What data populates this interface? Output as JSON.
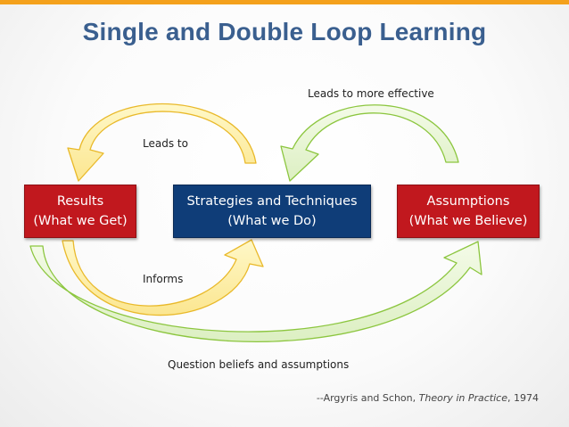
{
  "title": "Single and Double Loop Learning",
  "boxes": {
    "results": {
      "line1": "Results",
      "line2": "(What we Get)"
    },
    "strategies": {
      "line1": "Strategies and Techniques",
      "line2": "(What we Do)"
    },
    "assumptions": {
      "line1": "Assumptions",
      "line2": "(What we Believe)"
    }
  },
  "labels": {
    "leads_to_more": "Leads to more effective",
    "leads_to": "Leads to",
    "informs": "Informs",
    "question": "Question beliefs and assumptions"
  },
  "citation": {
    "prefix": "--Argyris and Schon, ",
    "work": "Theory in Practice",
    "suffix": ", 1974"
  },
  "colors": {
    "accent_bar": "#f4a11c",
    "title": "#3a5f8f",
    "box_red": "#c1181e",
    "box_blue": "#0f3d78",
    "single_loop_arrow": "#f0c419",
    "double_loop_arrow": "#8cc63f"
  }
}
